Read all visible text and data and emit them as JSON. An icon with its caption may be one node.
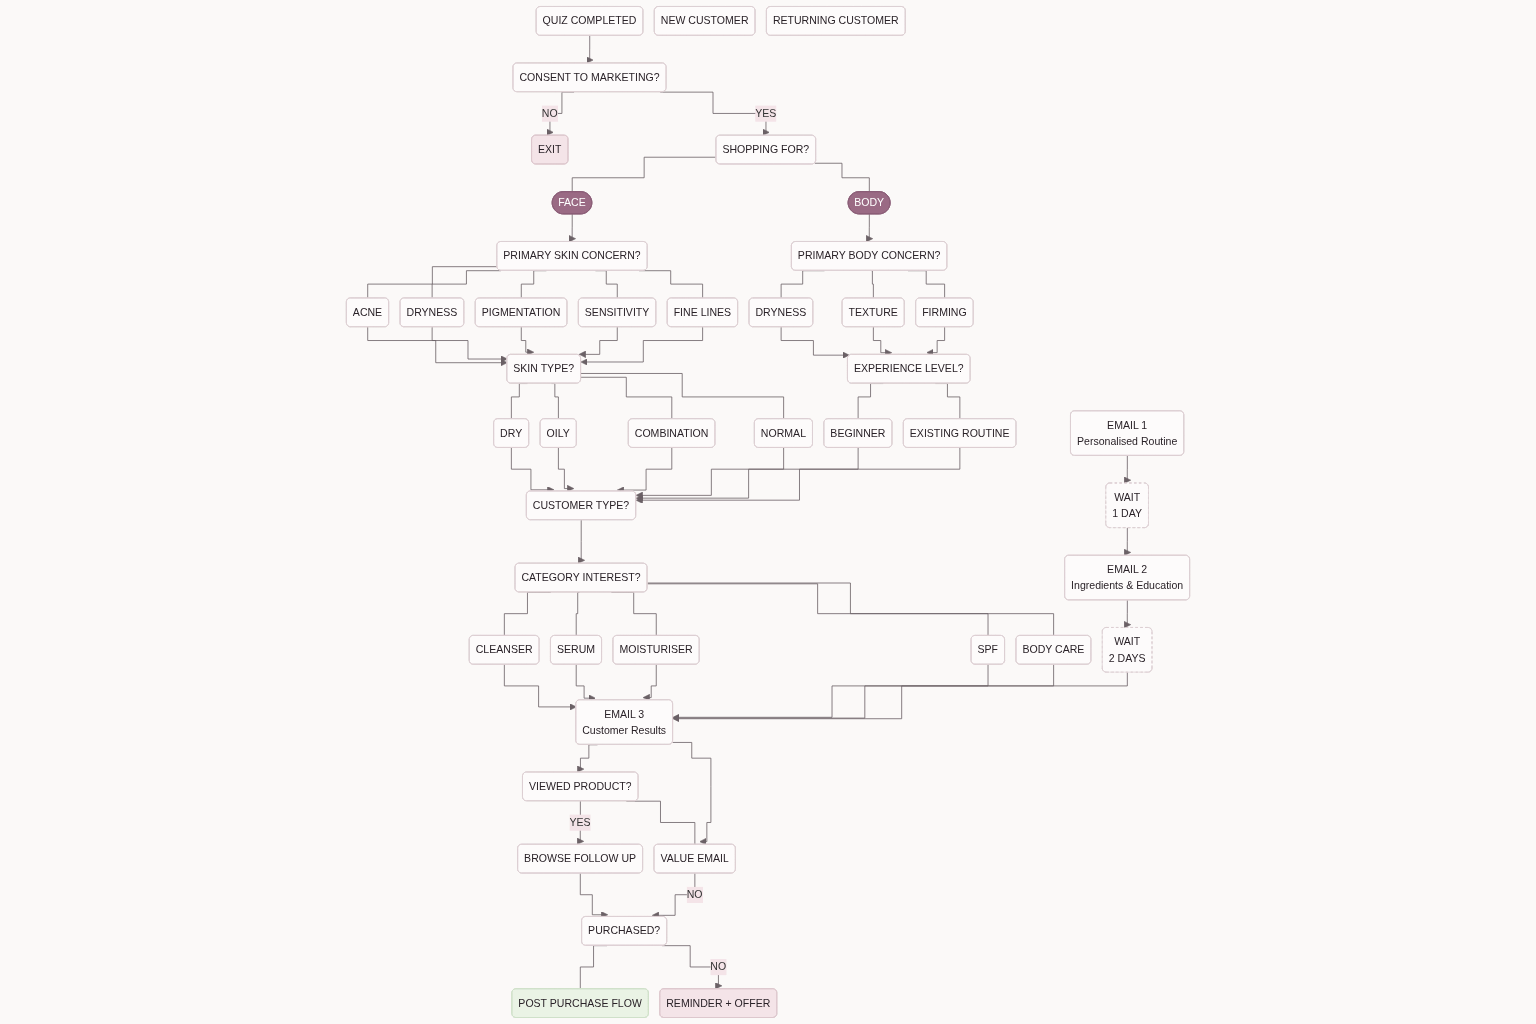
{
  "diagram": {
    "nodes": [
      {
        "text": [
          "QUIZ COMPLETED"
        ]
      },
      {
        "text": [
          "CONSENT TO MARKETING?"
        ]
      },
      {
        "text": [
          "EXIT"
        ]
      },
      {
        "text": [
          "SHOPPING FOR?"
        ]
      },
      {
        "text": [
          "FACE"
        ]
      },
      {
        "text": [
          "BODY"
        ]
      },
      {
        "text": [
          "PRIMARY SKIN CONCERN?"
        ]
      },
      {
        "text": [
          "ACNE"
        ]
      },
      {
        "text": [
          "DRYNESS"
        ]
      },
      {
        "text": [
          "PIGMENTATION"
        ]
      },
      {
        "text": [
          "SENSITIVITY"
        ]
      },
      {
        "text": [
          "FINE LINES"
        ]
      },
      {
        "text": [
          "PRIMARY BODY CONCERN?"
        ]
      },
      {
        "text": [
          "DRYNESS"
        ]
      },
      {
        "text": [
          "TEXTURE"
        ]
      },
      {
        "text": [
          "FIRMING"
        ]
      },
      {
        "text": [
          "SKIN TYPE?"
        ]
      },
      {
        "text": [
          "DRY"
        ]
      },
      {
        "text": [
          "OILY"
        ]
      },
      {
        "text": [
          "COMBINATION"
        ]
      },
      {
        "text": [
          "NORMAL"
        ]
      },
      {
        "text": [
          "EXPERIENCE LEVEL?"
        ]
      },
      {
        "text": [
          "BEGINNER"
        ]
      },
      {
        "text": [
          "EXISTING ROUTINE"
        ]
      },
      {
        "text": [
          "CUSTOMER TYPE?"
        ]
      },
      {
        "text": [
          "NEW CUSTOMER"
        ]
      },
      {
        "text": [
          "RETURNING CUSTOMER"
        ]
      },
      {
        "text": [
          "CATEGORY INTEREST?"
        ]
      },
      {
        "text": [
          "CLEANSER"
        ]
      },
      {
        "text": [
          "SERUM"
        ]
      },
      {
        "text": [
          "MOISTURISER"
        ]
      },
      {
        "text": [
          "SPF"
        ]
      },
      {
        "text": [
          "BODY CARE"
        ]
      },
      {
        "text": [
          "EMAIL 1",
          "Personalised Routine"
        ]
      },
      {
        "text": [
          "WAIT",
          "1 DAY"
        ]
      },
      {
        "text": [
          "EMAIL 2",
          "Ingredients & Education"
        ]
      },
      {
        "text": [
          "WAIT",
          "2 DAYS"
        ]
      },
      {
        "text": [
          "EMAIL 3",
          "Customer Results"
        ]
      },
      {
        "text": [
          "VIEWED PRODUCT?"
        ]
      },
      {
        "text": [
          "BROWSE FOLLOW UP"
        ]
      },
      {
        "text": [
          "VALUE EMAIL"
        ]
      },
      {
        "text": [
          "PURCHASED?"
        ]
      },
      {
        "text": [
          "POST PURCHASE FLOW"
        ]
      },
      {
        "text": [
          "REMINDER + OFFER"
        ]
      }
    ],
    "edges": [
      {
        "from": 0,
        "to": 1,
        "arrow": "to"
      },
      {
        "from": 1,
        "to": 2,
        "arrow": "to",
        "label": "NO"
      },
      {
        "from": 1,
        "to": 3,
        "arrow": "to",
        "label": "YES"
      },
      {
        "from": 3,
        "to": 4,
        "arrow": "none"
      },
      {
        "from": 3,
        "to": 5,
        "arrow": "none"
      },
      {
        "from": 4,
        "to": 6,
        "arrow": "to"
      },
      {
        "from": 5,
        "to": 12,
        "arrow": "to"
      },
      {
        "from": 6,
        "to": 7,
        "arrow": "none"
      },
      {
        "from": 6,
        "to": 8,
        "arrow": "none"
      },
      {
        "from": 6,
        "to": 9,
        "arrow": "none"
      },
      {
        "from": 6,
        "to": 10,
        "arrow": "none"
      },
      {
        "from": 6,
        "to": 11,
        "arrow": "none"
      },
      {
        "from": 12,
        "to": 13,
        "arrow": "none"
      },
      {
        "from": 12,
        "to": 14,
        "arrow": "none"
      },
      {
        "from": 12,
        "to": 15,
        "arrow": "none"
      },
      {
        "from": 7,
        "to": 16,
        "arrow": "to"
      },
      {
        "from": 8,
        "to": 16,
        "arrow": "to"
      },
      {
        "from": 9,
        "to": 16,
        "arrow": "to"
      },
      {
        "from": 10,
        "to": 16,
        "arrow": "to"
      },
      {
        "from": 11,
        "to": 16,
        "arrow": "to"
      },
      {
        "from": 13,
        "to": 21,
        "arrow": "to"
      },
      {
        "from": 14,
        "to": 21,
        "arrow": "to"
      },
      {
        "from": 15,
        "to": 21,
        "arrow": "to"
      },
      {
        "from": 16,
        "to": 17,
        "arrow": "none"
      },
      {
        "from": 16,
        "to": 18,
        "arrow": "none"
      },
      {
        "from": 16,
        "to": 19,
        "arrow": "none"
      },
      {
        "from": 16,
        "to": 20,
        "arrow": "none"
      },
      {
        "from": 21,
        "to": 22,
        "arrow": "none"
      },
      {
        "from": 21,
        "to": 23,
        "arrow": "none"
      },
      {
        "from": 17,
        "to": 24,
        "arrow": "to"
      },
      {
        "from": 18,
        "to": 24,
        "arrow": "to"
      },
      {
        "from": 19,
        "to": 24,
        "arrow": "to"
      },
      {
        "from": 20,
        "to": 24,
        "arrow": "to"
      },
      {
        "from": 22,
        "to": 24,
        "arrow": "to"
      },
      {
        "from": 23,
        "to": 24,
        "arrow": "to"
      },
      {
        "from": 24,
        "to": 27,
        "arrow": "to"
      },
      {
        "from": 27,
        "to": 28,
        "arrow": "none"
      },
      {
        "from": 27,
        "to": 29,
        "arrow": "none"
      },
      {
        "from": 27,
        "to": 30,
        "arrow": "none"
      },
      {
        "from": 27,
        "to": 31,
        "arrow": "none"
      },
      {
        "from": 27,
        "to": 32,
        "arrow": "none"
      },
      {
        "from": 28,
        "to": 37,
        "arrow": "to"
      },
      {
        "from": 29,
        "to": 37,
        "arrow": "to"
      },
      {
        "from": 30,
        "to": 37,
        "arrow": "to"
      },
      {
        "from": 31,
        "to": 37,
        "arrow": "to"
      },
      {
        "from": 32,
        "to": 37,
        "arrow": "to"
      },
      {
        "from": 33,
        "to": 34,
        "arrow": "to"
      },
      {
        "from": 34,
        "to": 35,
        "arrow": "to"
      },
      {
        "from": 35,
        "to": 36,
        "arrow": "to"
      },
      {
        "from": 36,
        "to": 37,
        "arrow": "to"
      },
      {
        "from": 37,
        "to": 38,
        "arrow": "to"
      },
      {
        "from": 37,
        "to": 40,
        "arrow": "to"
      },
      {
        "from": 38,
        "to": 39,
        "arrow": "to",
        "label": "YES"
      },
      {
        "from": 38,
        "to": 40,
        "arrow": "none"
      },
      {
        "from": 39,
        "to": 41,
        "arrow": "to"
      },
      {
        "from": 40,
        "to": 41,
        "arrow": "to",
        "label": "NO"
      },
      {
        "from": 41,
        "to": 42,
        "arrow": "none"
      },
      {
        "from": 41,
        "to": 43,
        "arrow": "to",
        "label": "NO"
      }
    ]
  }
}
